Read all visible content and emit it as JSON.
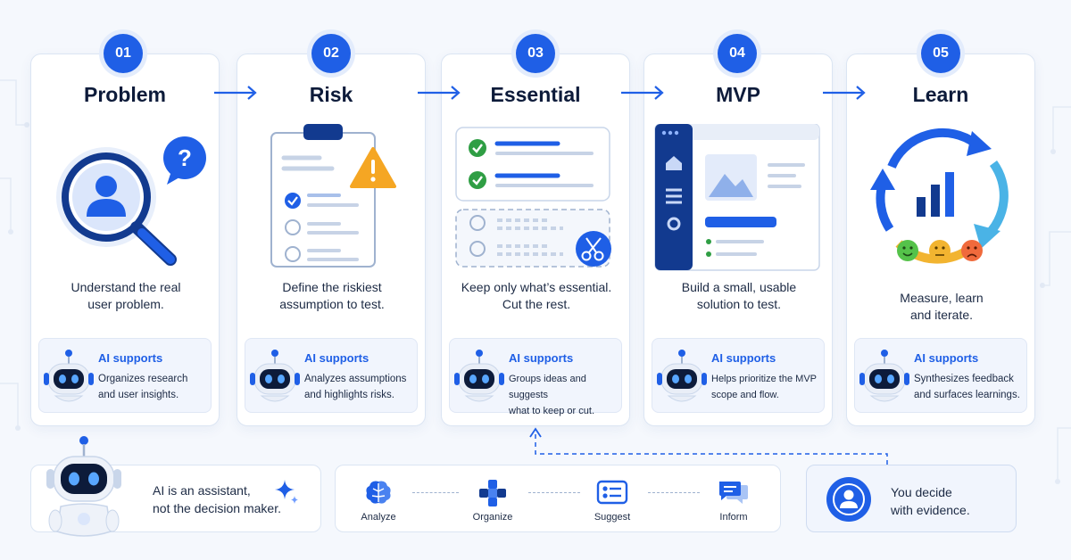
{
  "steps": [
    {
      "number": "01",
      "title": "Problem",
      "description": "Understand the real\nuser problem.",
      "ai_title": "AI supports",
      "ai_text": "Organizes research\nand user insights."
    },
    {
      "number": "02",
      "title": "Risk",
      "description": "Define the riskiest\nassumption to test.",
      "ai_title": "AI supports",
      "ai_text": "Analyzes assumptions\nand highlights risks."
    },
    {
      "number": "03",
      "title": "Essential",
      "description": "Keep only what’s essential.\nCut the rest.",
      "ai_title": "AI supports",
      "ai_text": "Groups ideas and suggests\nwhat to keep or cut."
    },
    {
      "number": "04",
      "title": "MVP",
      "description": "Build a small, usable\nsolution to test.",
      "ai_title": "AI supports",
      "ai_text": "Helps prioritize the MVP\nscope and flow."
    },
    {
      "number": "05",
      "title": "Learn",
      "description": "Measure, learn\nand iterate.",
      "ai_title": "AI supports",
      "ai_text": "Synthesizes feedback\nand surfaces learnings."
    }
  ],
  "assistant": {
    "text": "AI is an assistant,\nnot the decision maker."
  },
  "tools": [
    {
      "label": "Analyze",
      "icon": "brain-icon"
    },
    {
      "label": "Organize",
      "icon": "organize-icon"
    },
    {
      "label": "Suggest",
      "icon": "list-icon"
    },
    {
      "label": "Inform",
      "icon": "chat-icon"
    }
  ],
  "decision": {
    "text": "You decide\nwith evidence."
  },
  "colors": {
    "primary": "#1f5fe6",
    "navy": "#0d1b3a",
    "warning": "#f5a623",
    "success": "#2f9e44",
    "happy": "#55c24a",
    "neutral": "#f2b430",
    "sad": "#f06a3c"
  }
}
